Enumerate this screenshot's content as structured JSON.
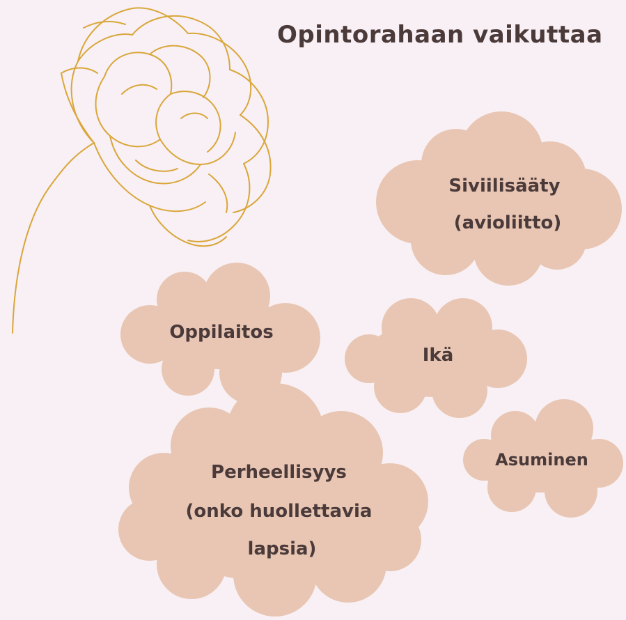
{
  "title": "Opintorahaan vaikuttaa",
  "colors": {
    "background": "#f8f0f4",
    "cloud_fill": "#e8c6b3",
    "flower_stroke": "#d9a63a",
    "text": "#4b3a3a"
  },
  "clouds": [
    {
      "id": "siviilisaaty",
      "lines": [
        "Siviilisääty",
        "(avioliitto)"
      ]
    },
    {
      "id": "oppilaitos",
      "lines": [
        "Oppilaitos"
      ]
    },
    {
      "id": "ika",
      "lines": [
        "Ikä"
      ]
    },
    {
      "id": "asuminen",
      "lines": [
        "Asuminen"
      ]
    },
    {
      "id": "perheellisyys",
      "lines": [
        "Perheellisyys",
        "(onko huollettavia",
        "lapsia)"
      ]
    }
  ],
  "decoration": {
    "icon": "flower-icon"
  }
}
